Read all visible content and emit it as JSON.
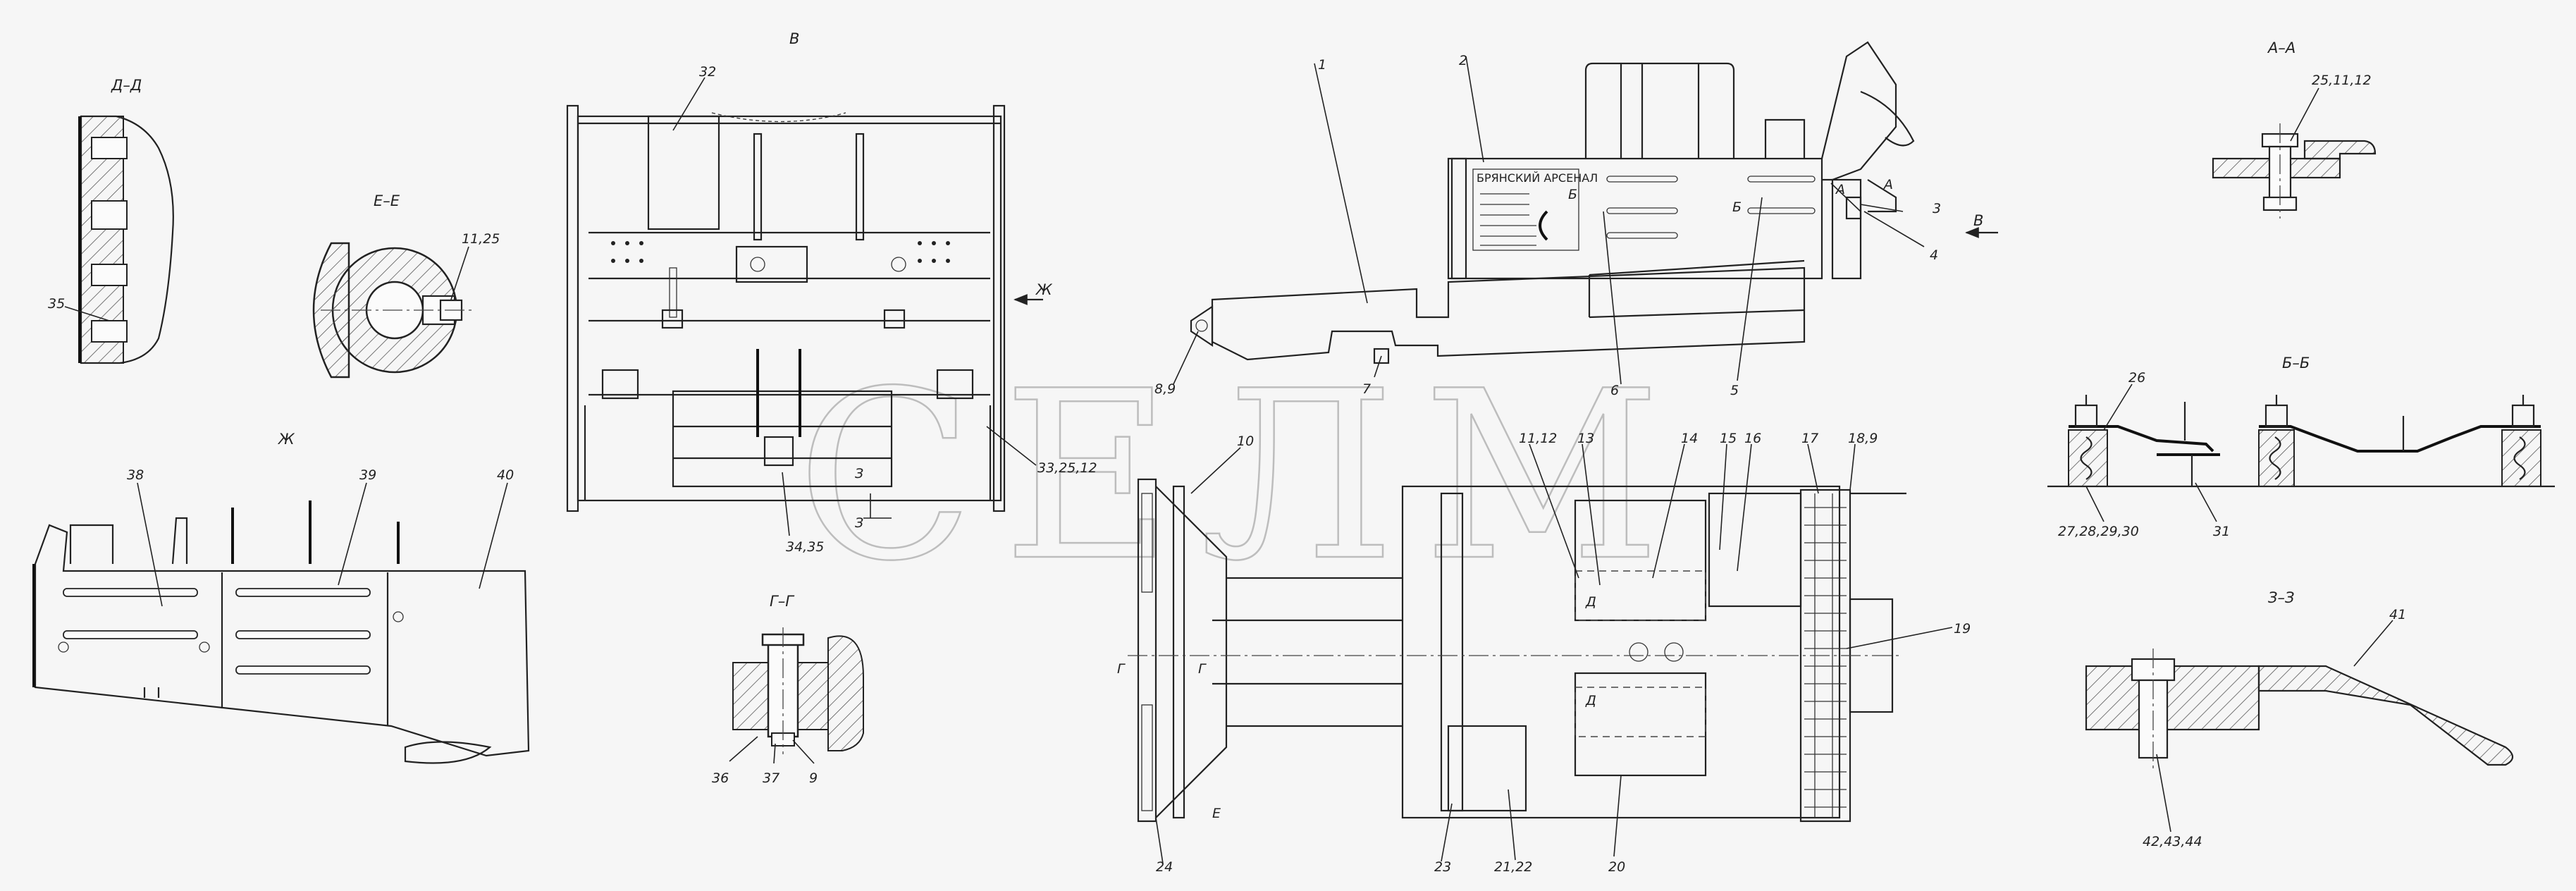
{
  "watermark": "СЕЛМ",
  "plate": {
    "line1": "БРЯНСКИЙ АРСЕНАЛ"
  },
  "sections": {
    "dd": "Д–Д",
    "ee": "Е–Е",
    "zh": "Ж",
    "v": "В",
    "gg": "Г–Г",
    "aa": "А–А",
    "bb": "Б–Б",
    "zz": "З–З"
  },
  "views": {
    "dd": {
      "labels": [
        "35"
      ]
    },
    "ee": {
      "labels": [
        "11,25"
      ]
    },
    "zh": {
      "labels": [
        "38",
        "39",
        "40"
      ]
    },
    "v": {
      "labels": [
        "32",
        "33,25,12",
        "34,35"
      ]
    },
    "gg": {
      "labels": [
        "36",
        "37",
        "9"
      ]
    },
    "side": {
      "labels": [
        "1",
        "2",
        "3",
        "4",
        "5",
        "6",
        "7",
        "8,9"
      ]
    },
    "plan": {
      "labels": [
        "10",
        "11,12",
        "13",
        "14",
        "15",
        "16",
        "17",
        "18,9",
        "19",
        "20",
        "21,22",
        "23",
        "24"
      ]
    },
    "aa": {
      "labels": [
        "25,11,12"
      ]
    },
    "bb": {
      "labels": [
        "26",
        "27,28,29,30",
        "31"
      ]
    },
    "zz": {
      "labels": [
        "41",
        "42,43,44"
      ]
    }
  },
  "marks": {
    "arrow_zh": "Ж",
    "arrow_v": "В",
    "cut_a": "А",
    "cut_b": "Б",
    "cut_g": "Г",
    "cut_e": "Е",
    "cut_z": "З",
    "cut_d": "Д"
  }
}
